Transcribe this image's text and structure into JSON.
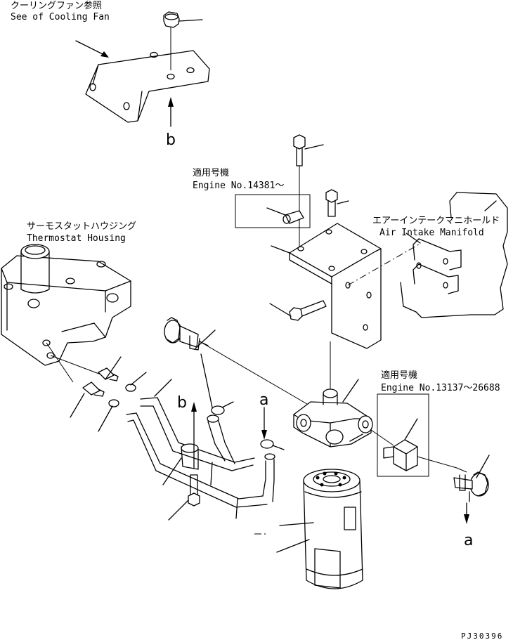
{
  "labels": {
    "cooling_fan_jp": "クーリングファン参照",
    "cooling_fan_en": "See of Cooling Fan",
    "engine1_jp": "適用号機",
    "engine1_en": "Engine No.14381～",
    "manifold_jp": "エアーインテークマニホールド",
    "manifold_en": "Air Intake Manifold",
    "thermo_jp": "サーモスタットハウジング",
    "thermo_en": "Thermostat Housing",
    "engine2_jp": "適用号機",
    "engine2_en": "Engine No.13137～26688",
    "ref_a_upper": "a",
    "ref_a_lower": "a",
    "ref_b_upper": "b",
    "ref_b_lower": "b",
    "drawing_code": "PJ30396"
  }
}
